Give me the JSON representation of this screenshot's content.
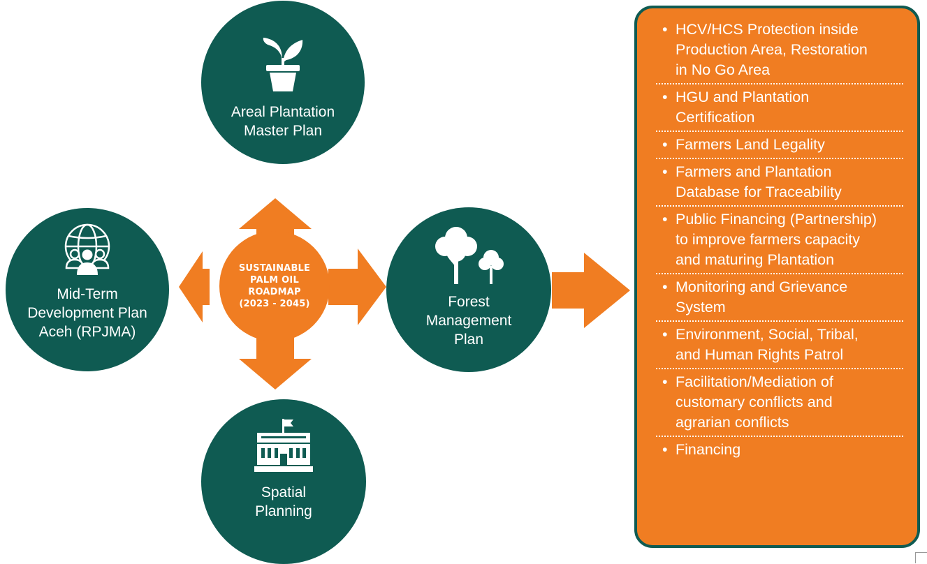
{
  "center": {
    "lines": [
      "SUSTAINABLE",
      "PALM OIL",
      "ROADMAP",
      "(2023 - 2045)"
    ]
  },
  "nodes": {
    "top": {
      "icon": "potted-plant-icon",
      "lines": [
        "Areal Plantation",
        "Master Plan"
      ]
    },
    "left": {
      "icon": "globe-people-icon",
      "lines": [
        "Mid-Term",
        "Development Plan",
        "Aceh (RPJMA)"
      ]
    },
    "right": {
      "icon": "trees-icon",
      "lines": [
        "Forest",
        "Management",
        "Plan"
      ]
    },
    "bottom": {
      "icon": "government-building-icon",
      "lines": [
        "Spatial",
        "Planning"
      ]
    }
  },
  "panel": {
    "items": [
      {
        "lines": [
          "HCV/HCS Protection inside",
          "Production Area, Restoration",
          "in No Go Area"
        ]
      },
      {
        "lines": [
          "HGU and Plantation",
          "Certification"
        ]
      },
      {
        "lines": [
          "Farmers Land Legality"
        ]
      },
      {
        "lines": [
          "Farmers and Plantation",
          "Database for Traceability"
        ]
      },
      {
        "lines": [
          "Public Financing (Partnership)",
          "to improve farmers capacity",
          "and maturing Plantation"
        ]
      },
      {
        "lines": [
          "Monitoring and Grievance",
          "System"
        ]
      },
      {
        "lines": [
          "Environment, Social, Tribal,",
          "and Human Rights Patrol"
        ]
      },
      {
        "lines": [
          "Facilitation/Mediation of",
          "customary conflicts and",
          "agrarian conflicts"
        ]
      },
      {
        "lines": [
          "Financing"
        ]
      }
    ]
  },
  "colors": {
    "teal": "#0f5b52",
    "orange": "#f07d22",
    "white": "#ffffff"
  }
}
